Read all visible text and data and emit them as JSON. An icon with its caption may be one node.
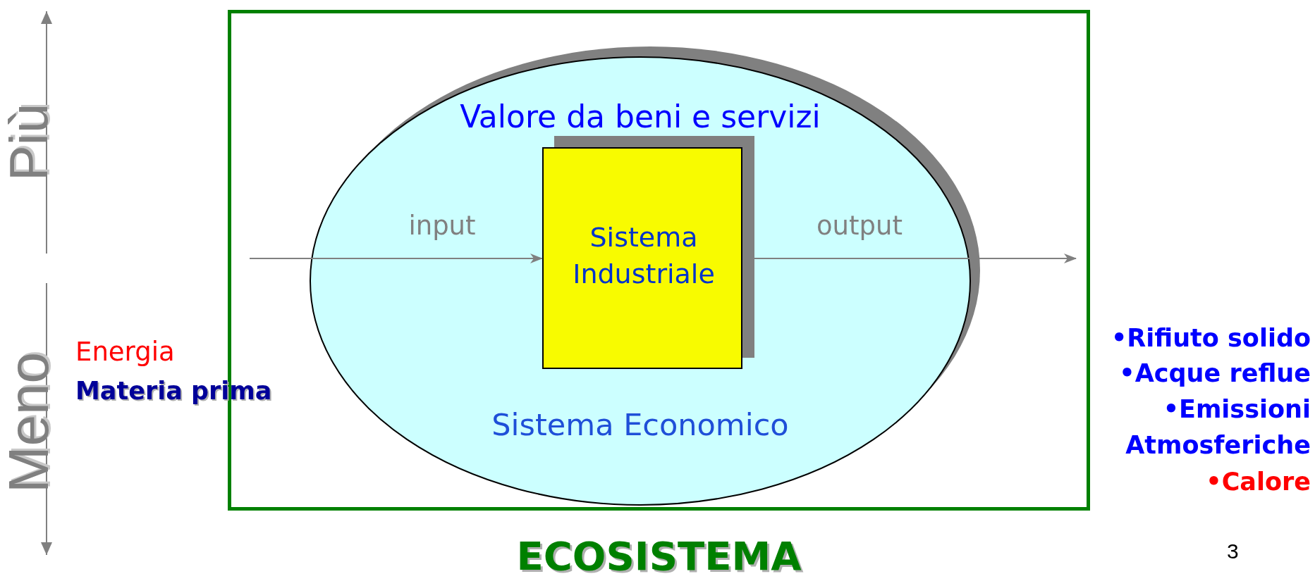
{
  "diagram": {
    "nodes": [
      {
        "text": [
          "ECOSISTEMA"
        ]
      },
      {
        "text": [
          "Valore da beni e servizi",
          "Sistema Economico"
        ],
        "in": 0
      },
      {
        "text": [
          "Sistema Industriale"
        ],
        "in": 1
      }
    ],
    "edges": [
      {
        "from": null,
        "to": 2,
        "arrow": "to",
        "label": "input"
      },
      {
        "from": 2,
        "to": null,
        "arrow": "to",
        "label": "output"
      }
    ],
    "labels": [
      "Più",
      "Meno",
      "Energia",
      "Materia prima",
      "•Rifiuto solido",
      "•Acque reflue",
      "•Emissioni Atmosferiche",
      "•Calore",
      "3"
    ]
  }
}
